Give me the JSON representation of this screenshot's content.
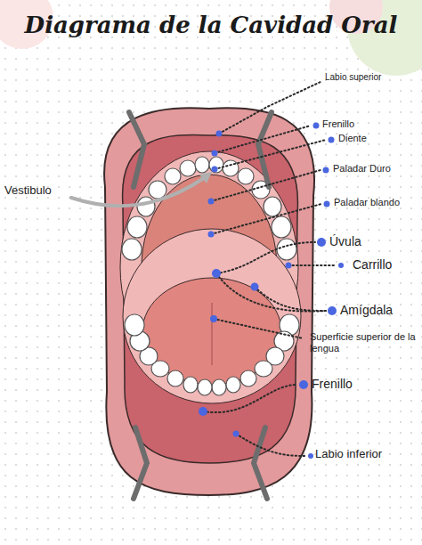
{
  "diagram": {
    "title": "Diagrama de la Cavidad Oral",
    "labels": [
      "Labio superior",
      "Frenillo",
      "Diente",
      "Paladar Duro",
      "Paladar blando",
      "Vestibulo",
      "Úvula",
      "Carrillo",
      "Amígdala",
      "Superficie superior de la lengua",
      "Frenillo",
      "Labio inferior"
    ]
  }
}
